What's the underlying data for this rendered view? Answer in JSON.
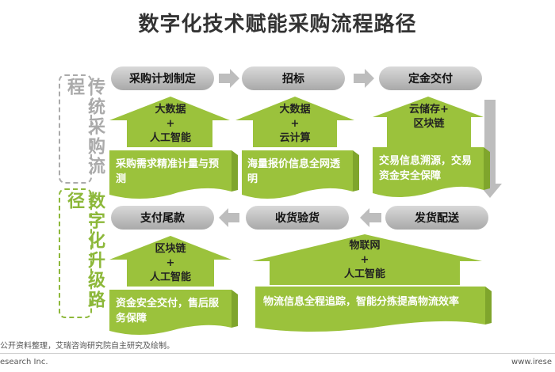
{
  "title": "数字化技术赋能采购流程路径",
  "colors": {
    "green": "#9bc23c",
    "green_light": "#b8d965",
    "gray": "#bdbdbd",
    "label_gray": "#aaaaaa",
    "label_green": "#8db83a"
  },
  "side_labels": {
    "traditional": "传统采购流程",
    "digital": "数字化升级路径"
  },
  "steps": [
    {
      "label": "采购计划制定",
      "tech": [
        "大数据",
        "+",
        "人工智能"
      ],
      "result": "采购需求精准计量与预测"
    },
    {
      "label": "招标",
      "tech": [
        "大数据",
        "+",
        "云计算"
      ],
      "result": "海量报价信息全网透明"
    },
    {
      "label": "定金交付",
      "tech": [
        "云储存+",
        "区块链"
      ],
      "result": "交易信息溯源，交易资金安全保障"
    },
    {
      "label": "发货配送"
    },
    {
      "label": "收货验货",
      "tech": [
        "物联网",
        "+",
        "人工智能"
      ],
      "result": "物流信息全程追踪，智能分拣提高物流效率"
    },
    {
      "label": "支付尾款",
      "tech": [
        "区块链",
        "+",
        "人工智能"
      ],
      "result": "资金安全交付，售后服务保障"
    }
  ],
  "footer": {
    "source": "公开资料整理，艾瑞咨询研究院自主研究及绘制。",
    "left": "esearch Inc.",
    "right": "www.irese"
  }
}
